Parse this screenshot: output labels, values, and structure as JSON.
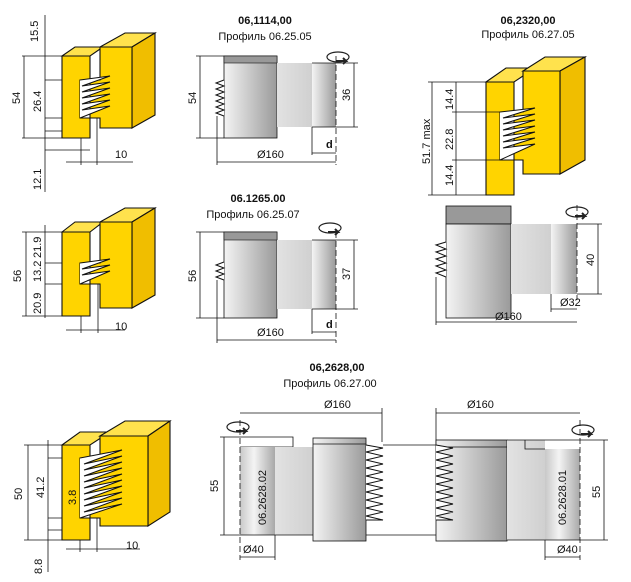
{
  "row1": {
    "profile_a": {
      "dims": {
        "top": "15.5",
        "height": "54",
        "teeth": "26.4",
        "width": "10",
        "bottom": "12.1"
      }
    },
    "cutter_a": {
      "code": "06,1114,00",
      "profile": "Профиль 06.25.05",
      "height": "54",
      "bore_height": "36",
      "bore": "d",
      "diameter": "Ø160"
    },
    "cutter_b": {
      "code": "06,2320,00",
      "profile": "Профиль 06.27.05",
      "max_height": "51.7 max",
      "d1": "14.4",
      "d2": "22.8",
      "d3": "14.4"
    }
  },
  "row2": {
    "profile_a": {
      "dims": {
        "height": "56",
        "top": "21.9",
        "teeth": "13.2",
        "bottom": "20.9",
        "width": "10"
      }
    },
    "cutter_a": {
      "code": "06.1265.00",
      "profile": "Профиль 06.25.07",
      "height": "56",
      "bore_height": "37",
      "bore": "d",
      "diameter": "Ø160"
    },
    "cutter_b": {
      "height": "40",
      "bore": "Ø32",
      "diameter": "Ø160"
    }
  },
  "row3": {
    "profile_a": {
      "dims": {
        "height": "50",
        "teeth": "41.2",
        "step": "3.8",
        "width": "10",
        "bottom": "8.8"
      }
    },
    "set": {
      "code": "06,2628,00",
      "profile": "Профиль 06.27.00",
      "left": {
        "diameter": "Ø160",
        "height": "55",
        "part": "06.2628.02",
        "bore": "Ø40"
      },
      "right": {
        "diameter": "Ø160",
        "height": "55",
        "part": "06.2628.01",
        "bore": "Ø40"
      }
    }
  },
  "colors": {
    "profile_fill": "#FFD400",
    "metal": "#C8C8C8"
  }
}
